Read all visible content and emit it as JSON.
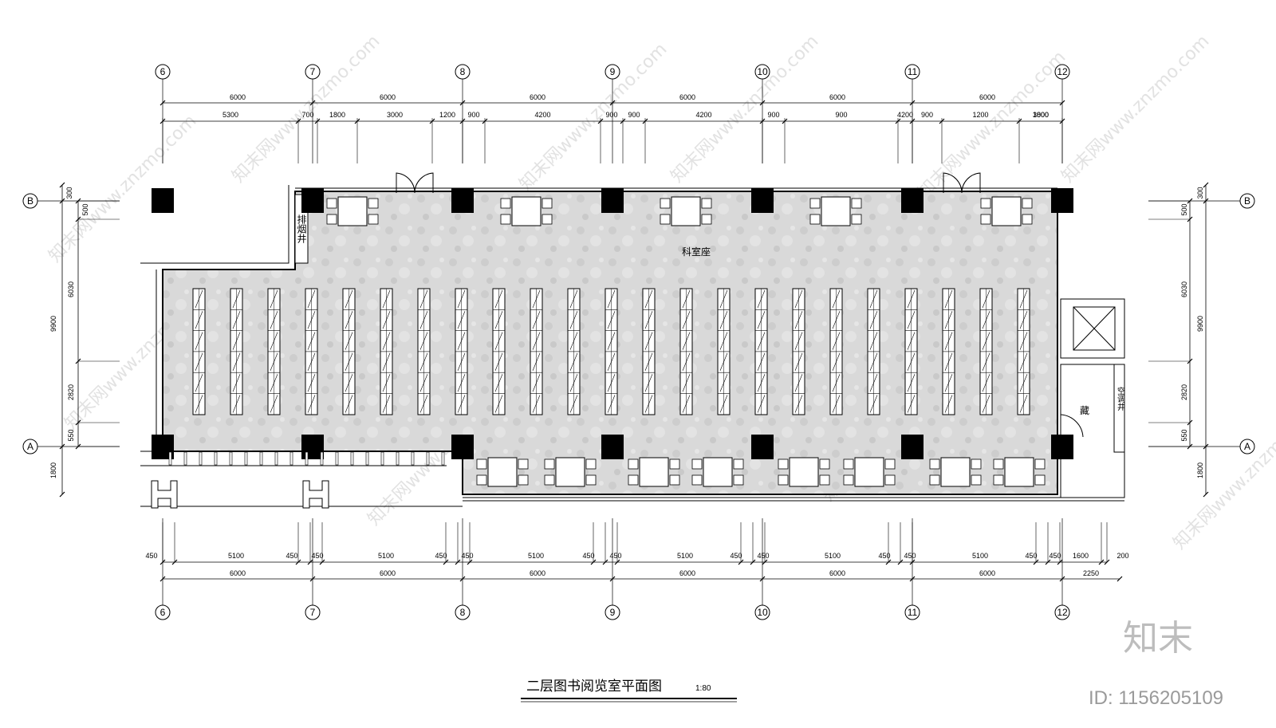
{
  "title": "二层图书阅览室平面图",
  "scale": "1:80",
  "room_label": "科室座",
  "shaft_label": "排烟井",
  "right_room_label": "藏",
  "right_strip_label": "空调井",
  "grid_axes": [
    "6",
    "7",
    "8",
    "9",
    "10",
    "11",
    "12"
  ],
  "row_axes": [
    "B",
    "A"
  ],
  "top_dims_total": [
    "6000",
    "6000",
    "6000",
    "6000",
    "6000",
    "6000"
  ],
  "top_dims_detail": [
    "5300",
    "700",
    "1800",
    "3000",
    "1200",
    "900",
    "4200",
    "900",
    "900",
    "4200",
    "900",
    "900",
    "4200",
    "900",
    "1200",
    "3000",
    "1800"
  ],
  "bottom_dims_detail": [
    "450",
    "5100",
    "450",
    "450",
    "5100",
    "450",
    "450",
    "5100",
    "450",
    "450",
    "5100",
    "450",
    "450",
    "5100",
    "450",
    "450",
    "5100",
    "450",
    "450",
    "1600",
    "200"
  ],
  "bottom_dims_total": [
    "6000",
    "6000",
    "6000",
    "6000",
    "6000",
    "6000",
    "2250"
  ],
  "left_dims_total": [
    "300",
    "9900",
    "1800"
  ],
  "left_dims_detail": [
    "500",
    "6030",
    "2820",
    "550"
  ],
  "right_dims_total": [
    "300",
    "9900",
    "1800"
  ],
  "right_dims_detail": [
    "500",
    "6030",
    "2820",
    "550"
  ],
  "watermark_brand": "知末",
  "watermark_id": "ID: 1156205109",
  "watermark_diag": "知末网www.znzmo.com"
}
